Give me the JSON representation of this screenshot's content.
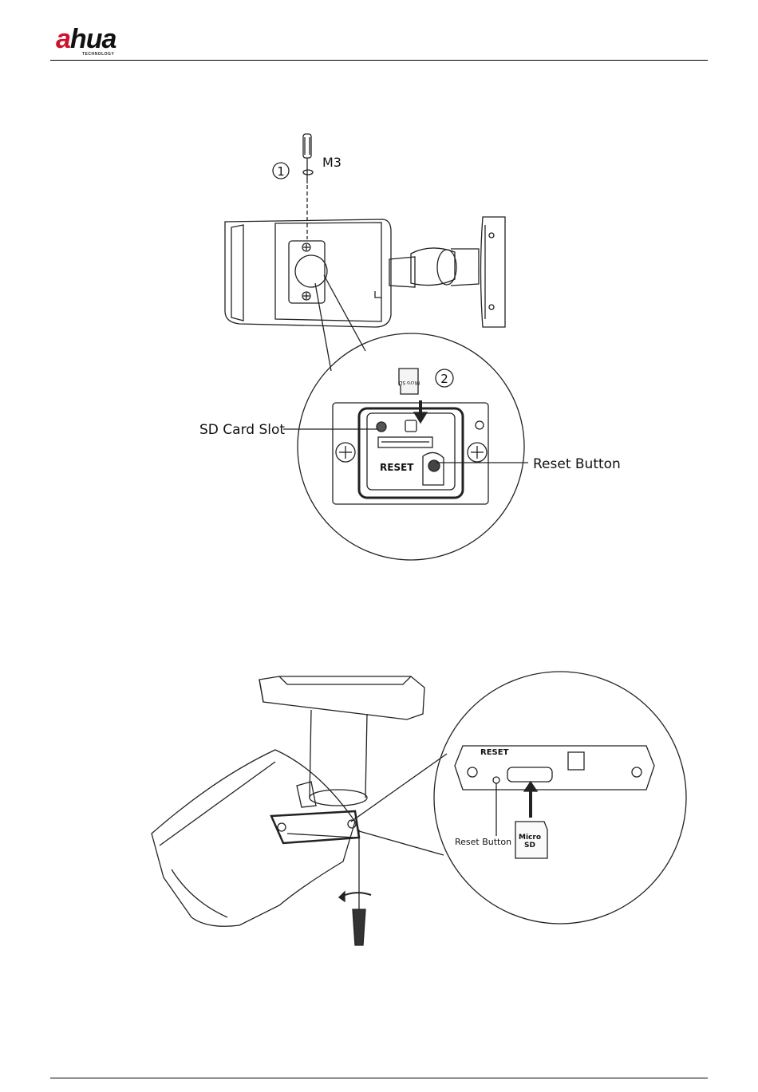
{
  "header": {
    "brand_a": "a",
    "brand_rest": "hua",
    "brand_tag": "TECHNOLOGY",
    "brand_color": "#d0112b"
  },
  "figure_1": {
    "step_1": "1",
    "screw_size": "M3",
    "step_2": "2",
    "card_label": "Micro SD",
    "sd_slot_label": "SD Card Slot",
    "reset_label": "RESET",
    "reset_button_label": "Reset Button"
  },
  "figure_2": {
    "reset_label": "RESET",
    "reset_button_label": "Reset Button",
    "card_label_line1": "Micro",
    "card_label_line2": "SD"
  }
}
